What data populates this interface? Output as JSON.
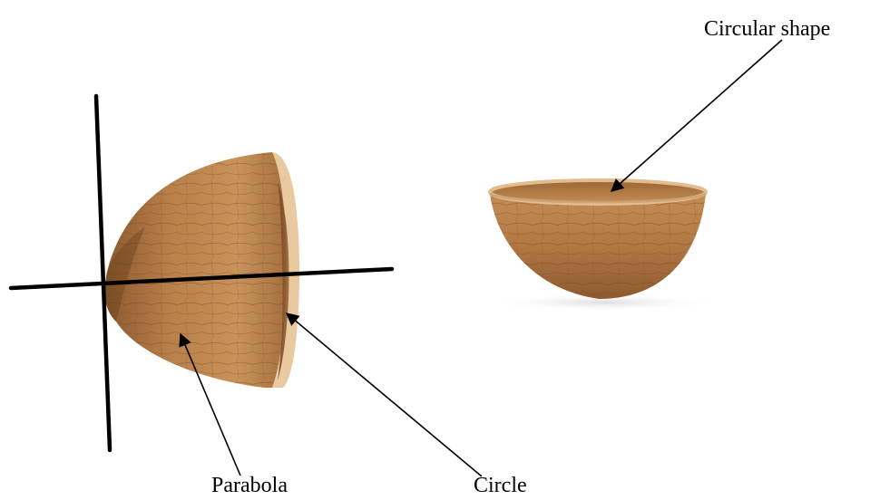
{
  "labels": {
    "circular_shape": "Circular shape",
    "parabola": "Parabola",
    "circle": "Circle"
  },
  "colors": {
    "wood_light": "#d7a46d",
    "wood_mid": "#b47a46",
    "wood_dark": "#7b4a25",
    "axis_line": "#000000",
    "arrow": "#000000"
  }
}
